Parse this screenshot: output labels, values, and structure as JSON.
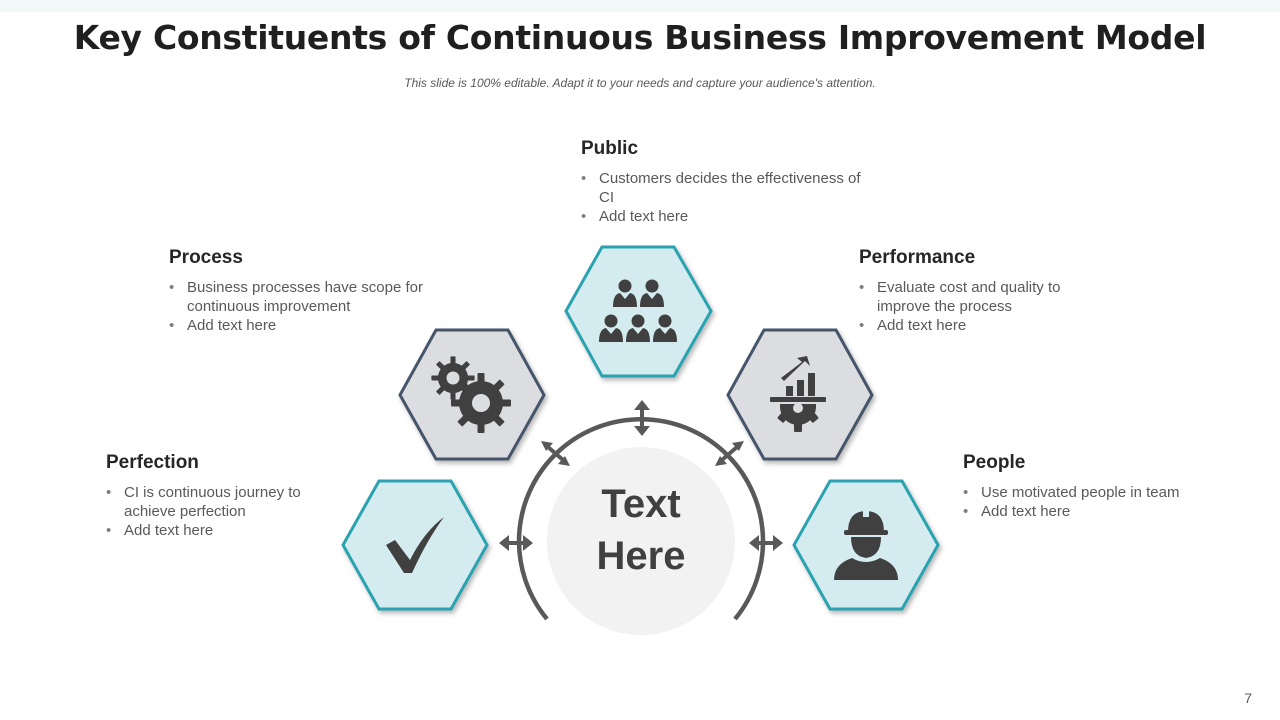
{
  "title": "Key Constituents of Continuous Business Improvement Model",
  "subtitle": "This slide is 100% editable. Adapt it to your needs and capture your audience's attention.",
  "center": {
    "line1": "Text",
    "line2": "Here"
  },
  "page_number": "7",
  "colors": {
    "teal": "#2ba2b0",
    "navy": "#44546a",
    "teal_fill": "#d4ecef",
    "gray_fill": "#dcdde1",
    "icon": "#404040"
  },
  "blocks": {
    "public": {
      "heading": "Public",
      "bullets": [
        "Customers decides the effectiveness of CI",
        "Add text here"
      ],
      "icon": "team-icon"
    },
    "process": {
      "heading": "Process",
      "bullets": [
        "Business processes have scope for continuous improvement",
        "Add text here"
      ],
      "icon": "gears-icon"
    },
    "performance": {
      "heading": "Performance",
      "bullets": [
        "Evaluate cost and quality to improve the process",
        "Add text here"
      ],
      "icon": "growth-gear-icon"
    },
    "perfection": {
      "heading": "Perfection",
      "bullets": [
        "CI is continuous journey to achieve perfection",
        "Add text here"
      ],
      "icon": "checkmark-icon"
    },
    "people": {
      "heading": "People",
      "bullets": [
        "Use motivated people in team",
        "Add text here"
      ],
      "icon": "worker-icon"
    }
  }
}
